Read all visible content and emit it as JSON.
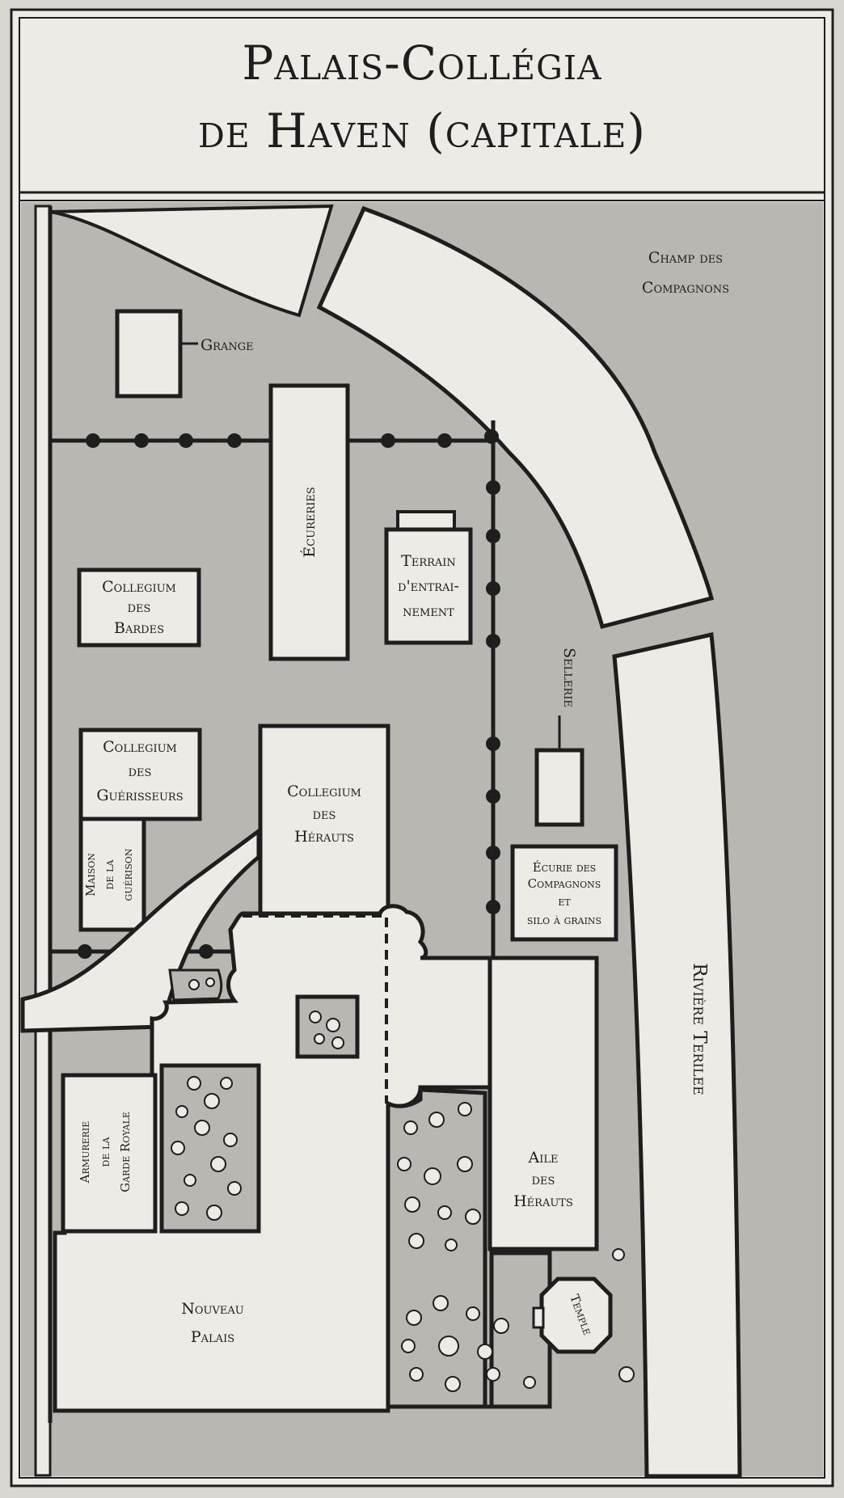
{
  "title": {
    "line1": "Palais-Collégia",
    "line2": "de Haven (capitale)"
  },
  "labels": {
    "grange": "Grange",
    "champ_line1": "Champ des",
    "champ_line2": "Compagnons",
    "ecuries": "Écureries",
    "terrain_line1": "Terrain",
    "terrain_line2": "d'entrai-",
    "terrain_line3": "nement",
    "bardes_line1": "Collegium",
    "bardes_line2": "des",
    "bardes_line3": "Bardes",
    "sellerie": "Sellerie",
    "guerisseurs_line1": "Collegium",
    "guerisseurs_line2": "des",
    "guerisseurs_line3": "Guérisseurs",
    "maison_line1": "Maison",
    "maison_line2": "de la",
    "maison_line3": "guérison",
    "herauts_line1": "Collegium",
    "herauts_line2": "des",
    "herauts_line3": "Hérauts",
    "ecurie_line1": "Écurie des",
    "ecurie_line2": "Compagnons",
    "ecurie_line3": "et",
    "ecurie_line4": "silo à grains",
    "riviere": "Rivière Terilee",
    "armurerie_line1": "Armurerie",
    "armurerie_line2": "de la",
    "armurerie_line3": "Garde Royale",
    "aile_line1": "Aile",
    "aile_line2": "des",
    "aile_line3": "Hérauts",
    "temple": "Temple",
    "nouveau_line1": "Nouveau",
    "nouveau_line2": "Palais"
  },
  "colors": {
    "paper": "#ecebe6",
    "ground": "#b9b7b2",
    "ink": "#1e1e1e"
  }
}
